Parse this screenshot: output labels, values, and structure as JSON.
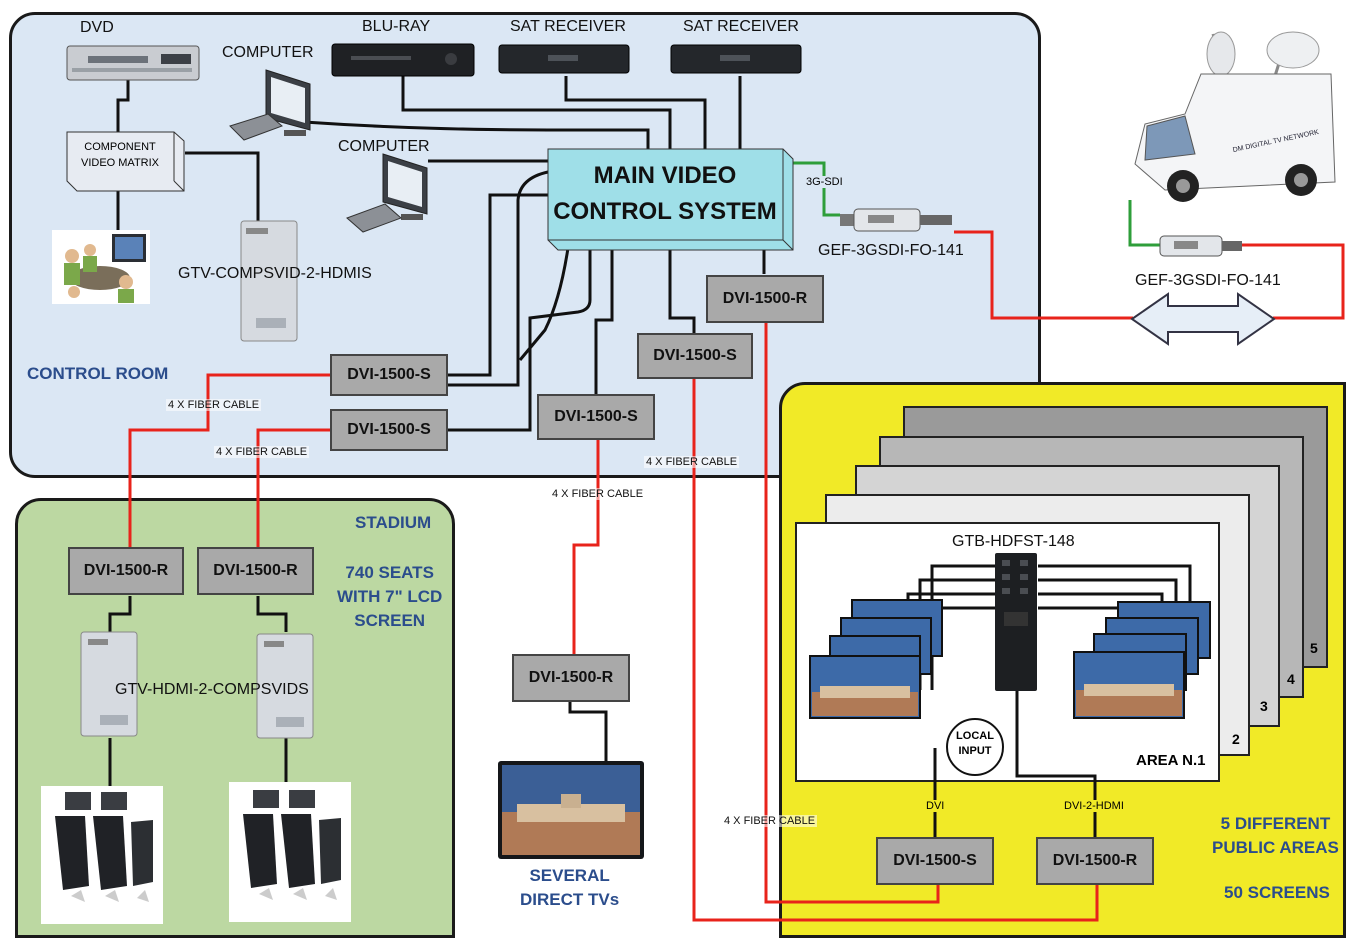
{
  "zones": {
    "control_room": "CONTROL ROOM",
    "stadium": "STADIUM",
    "stadium_detail": "740 SEATS\nWITH 7\" LCD\nSCREEN",
    "public_areas": "5 DIFFERENT\nPUBLIC AREAS",
    "screens_count": "50 SCREENS",
    "several_tvs": "SEVERAL\nDIRECT TVs"
  },
  "devices": {
    "dvd": "DVD",
    "bluray": "BLU-RAY",
    "sat1": "SAT RECEIVER",
    "sat2": "SAT RECEIVER",
    "computer1": "COMPUTER",
    "computer2": "COMPUTER",
    "matrix": "COMPONENT\nVIDEO MATRIX",
    "compsvid_hdmis": "GTV-COMPSVID-2-HDMIS",
    "main_line1": "MAIN VIDEO",
    "main_line2": "CONTROL SYSTEM",
    "sdi_label": "3G-SDI",
    "fo_local": "GEF-3GSDI-FO-141",
    "fo_remote": "GEF-3GSDI-FO-141",
    "hdmi_compsvids": "GTV-HDMI-2-COMPSVIDS",
    "hdfst": "GTB-HDFST-148",
    "local_input": "LOCAL\nINPUT",
    "area_n1": "AREA N.1",
    "dvi": "DVI",
    "dvi_2_hdmi": "DVI-2-HDMI",
    "layer_numbers": [
      "2",
      "3",
      "4",
      "5"
    ],
    "truck_logo": "DM DIGITAL TV NETWORK"
  },
  "extenders": {
    "s1": "DVI-1500-S",
    "s2": "DVI-1500-S",
    "s3": "DVI-1500-S",
    "s4": "DVI-1500-S",
    "s5": "DVI-1500-S",
    "r_top": "DVI-1500-R",
    "r_st1": "DVI-1500-R",
    "r_st2": "DVI-1500-R",
    "r_tv": "DVI-1500-R",
    "r_area": "DVI-1500-R"
  },
  "cables": {
    "c1": "4 X FIBER CABLE",
    "c2": "4 X FIBER CABLE",
    "c3": "4 X FIBER CABLE",
    "c4": "4 X FIBER CABLE",
    "c5": "4 X FIBER CABLE"
  },
  "colors": {
    "fiber": "#e8231b",
    "sdi": "#2e9e3a",
    "cable": "#111111",
    "main_box": "#9fdfe8",
    "extender_box": "#a9a9a9",
    "control_room_bg": "#dbe7f4",
    "stadium_bg": "#bcd8a2",
    "public_bg": "#f1ea27"
  }
}
